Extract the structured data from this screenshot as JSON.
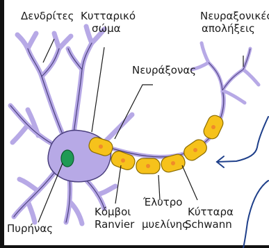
{
  "labels": {
    "dendrites": "Δενδρίτες",
    "cell_body_line1": "Κυτταρικό",
    "cell_body_line2": "σώμα",
    "axon_terminals_line1": "Νευραξονικές",
    "axon_terminals_line2": "απολήξεις",
    "axon": "Νευράξονας",
    "nucleus": "Πυρήνας",
    "ranvier_line1": "Κόμβοι",
    "ranvier_line2": "Ranvier",
    "myelin_line1": "Έλυτρο",
    "myelin_line2": "μυελίνης",
    "schwann_line1": "Κύτταρα",
    "schwann_line2": "Schwann"
  },
  "colors": {
    "cell": "#b7a9e6",
    "cell_outline": "#4a3f7d",
    "myelin": "#f6c21b",
    "myelin_outline": "#8a6b00",
    "schwann_nucleus": "#f08a2a",
    "nucleus": "#1f9a55",
    "annotation_ink": "#1e3f8a"
  }
}
